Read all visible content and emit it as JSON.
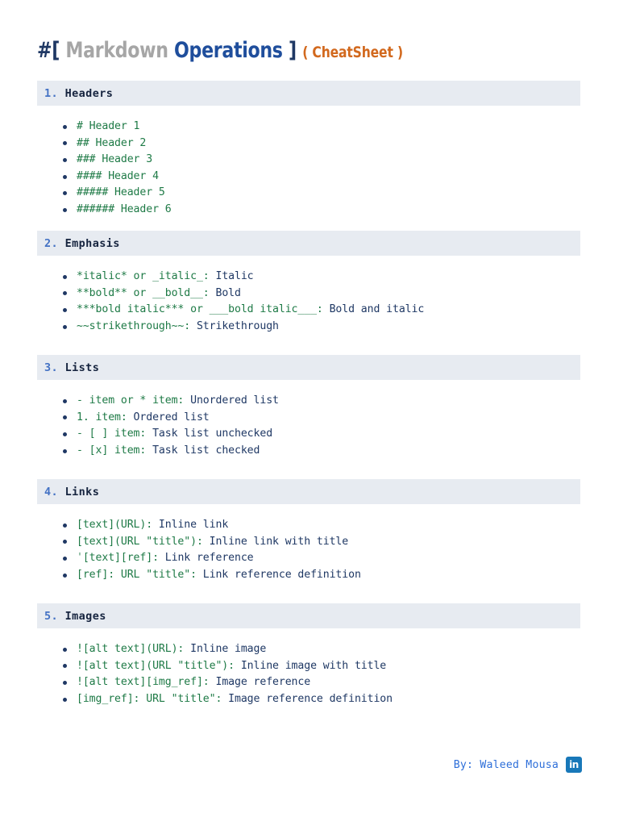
{
  "title": {
    "hash": "#",
    "bracket_open": "[",
    "markdown": "Markdown",
    "operations": "Operations",
    "bracket_close": "]",
    "cheatsheet": "( CheatSheet )"
  },
  "colors": {
    "page_background": "#FFFFFF",
    "section_bar_background": "#E7EBF1",
    "section_number": "#4472C4",
    "section_title": "#16243F",
    "code_green": "#1E7A46",
    "description_navy": "#1F3864",
    "title_gray": "#A6A6A6",
    "title_blue": "#1F4E9C",
    "title_orange": "#D2691E",
    "footer_blue": "#2E6FD9",
    "linkedin_blue": "#1878B9",
    "bullet": "#1F3864"
  },
  "sections": [
    {
      "number": "1.",
      "title": "Headers",
      "items": [
        {
          "code": "# Header 1",
          "desc": ""
        },
        {
          "code": "## Header 2",
          "desc": ""
        },
        {
          "code": "### Header 3",
          "desc": ""
        },
        {
          "code": "#### Header 4",
          "desc": ""
        },
        {
          "code": "##### Header 5",
          "desc": ""
        },
        {
          "code": "###### Header 6",
          "desc": ""
        }
      ]
    },
    {
      "number": "2.",
      "title": "Emphasis",
      "items": [
        {
          "code": "*italic* or _italic_:",
          "desc": " Italic"
        },
        {
          "code": "**bold** or __bold__:",
          "desc": " Bold"
        },
        {
          "code": "***bold italic*** or ___bold italic___:",
          "desc": " Bold and italic"
        },
        {
          "code": "~~strikethrough~~:",
          "desc": " Strikethrough"
        }
      ]
    },
    {
      "number": "3.",
      "title": "Lists",
      "items": [
        {
          "code": "- item or * item:",
          "desc": " Unordered list"
        },
        {
          "code": "1. item:",
          "desc": " Ordered list"
        },
        {
          "code": "- [ ] item:",
          "desc": " Task list unchecked"
        },
        {
          "code": "- [x] item:",
          "desc": " Task list checked"
        }
      ]
    },
    {
      "number": "4.",
      "title": "Links",
      "items": [
        {
          "code": "[text](URL):",
          "desc": " Inline link"
        },
        {
          "code": "[text](URL \"title\"):",
          "desc": " Inline link with title"
        },
        {
          "code": "ˈ[text][ref]:",
          "desc": " Link reference"
        },
        {
          "code": "[ref]: URL \"title\":",
          "desc": " Link reference definition"
        }
      ]
    },
    {
      "number": "5.",
      "title": "Images",
      "items": [
        {
          "code": "![alt text](URL):",
          "desc": " Inline image"
        },
        {
          "code": "![alt text](URL \"title\"):",
          "desc": " Inline image with title"
        },
        {
          "code": "![alt text][img_ref]:",
          "desc": " Image reference"
        },
        {
          "code": "[img_ref]: URL \"title\":",
          "desc": " Image reference definition"
        }
      ]
    }
  ],
  "footer": {
    "credit": "By: Waleed Mousa",
    "linkedin_label": "in"
  },
  "layout": {
    "section_bar_tops": [
      100,
      286,
      440,
      594,
      748
    ],
    "section_list_tops": [
      147,
      333,
      487,
      641,
      795
    ]
  }
}
